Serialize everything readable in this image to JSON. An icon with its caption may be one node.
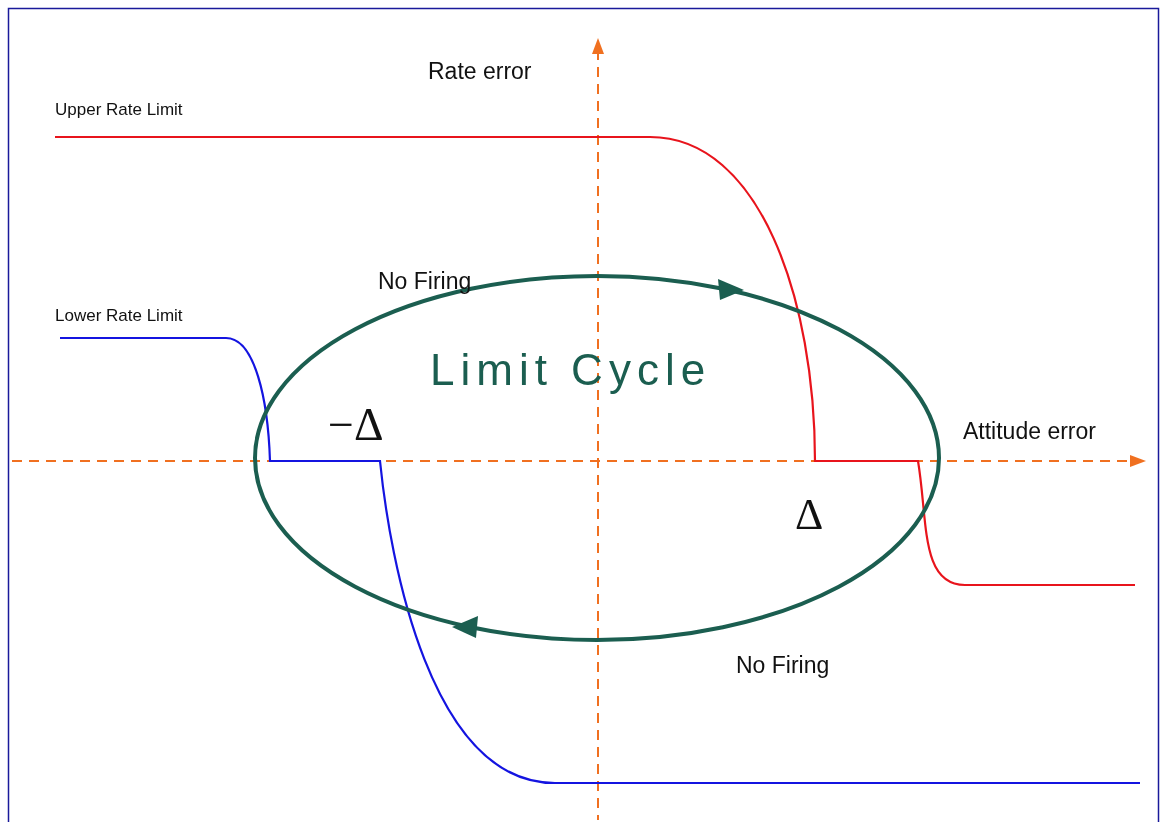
{
  "diagram": {
    "labels": [
      "Rate error",
      "Upper Rate Limit",
      "No Firing",
      "Lower Rate Limit",
      "Limit Cycle",
      "−Δ",
      "Attitude error",
      "Δ",
      "No Firing"
    ]
  }
}
